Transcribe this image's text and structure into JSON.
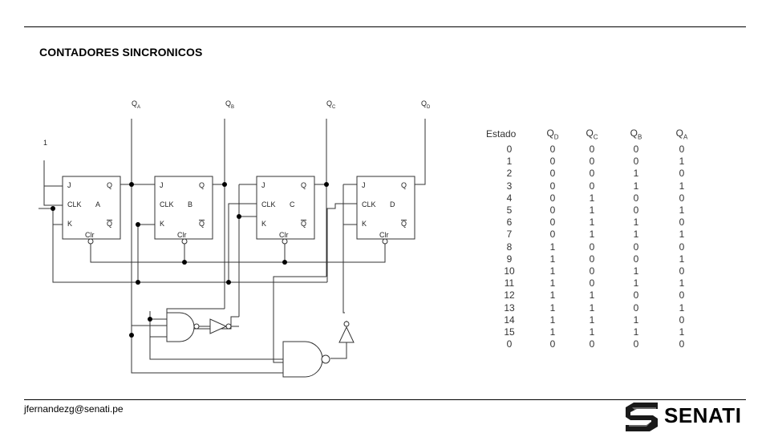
{
  "slide": {
    "title": "CONTADORES SINCRONICOS",
    "footer_email": "jfernandezg@senati.pe",
    "logo_text": "SENATI"
  },
  "circuit": {
    "input_label": "1",
    "outputs": [
      {
        "letter": "Q",
        "sub": "A"
      },
      {
        "letter": "Q",
        "sub": "B"
      },
      {
        "letter": "Q",
        "sub": "C"
      },
      {
        "letter": "Q",
        "sub": "D"
      }
    ],
    "flipflops": [
      {
        "j": "J",
        "q": "Q",
        "clk": "CLK",
        "name": "A",
        "k": "K",
        "qbar": "Q",
        "clr": "Clr"
      },
      {
        "j": "J",
        "q": "Q",
        "clk": "CLK",
        "name": "B",
        "k": "K",
        "qbar": "Q",
        "clr": "Clr"
      },
      {
        "j": "J",
        "q": "Q",
        "clk": "CLK",
        "name": "C",
        "k": "K",
        "qbar": "Q",
        "clr": "Clr"
      },
      {
        "j": "J",
        "q": "Q",
        "clk": "CLK",
        "name": "D",
        "k": "K",
        "qbar": "Q",
        "clr": "Clr"
      }
    ]
  },
  "truth_table": {
    "headers": [
      {
        "letter": "Estado",
        "sub": ""
      },
      {
        "letter": "Q",
        "sub": "D"
      },
      {
        "letter": "Q",
        "sub": "C"
      },
      {
        "letter": "Q",
        "sub": "B"
      },
      {
        "letter": "Q",
        "sub": "A"
      }
    ],
    "rows": [
      [
        "0",
        "0",
        "0",
        "0",
        "0"
      ],
      [
        "1",
        "0",
        "0",
        "0",
        "1"
      ],
      [
        "2",
        "0",
        "0",
        "1",
        "0"
      ],
      [
        "3",
        "0",
        "0",
        "1",
        "1"
      ],
      [
        "4",
        "0",
        "1",
        "0",
        "0"
      ],
      [
        "5",
        "0",
        "1",
        "0",
        "1"
      ],
      [
        "6",
        "0",
        "1",
        "1",
        "0"
      ],
      [
        "7",
        "0",
        "1",
        "1",
        "1"
      ],
      [
        "8",
        "1",
        "0",
        "0",
        "0"
      ],
      [
        "9",
        "1",
        "0",
        "0",
        "1"
      ],
      [
        "10",
        "1",
        "0",
        "1",
        "0"
      ],
      [
        "11",
        "1",
        "0",
        "1",
        "1"
      ],
      [
        "12",
        "1",
        "1",
        "0",
        "0"
      ],
      [
        "13",
        "1",
        "1",
        "0",
        "1"
      ],
      [
        "14",
        "1",
        "1",
        "1",
        "0"
      ],
      [
        "15",
        "1",
        "1",
        "1",
        "1"
      ],
      [
        "0",
        "0",
        "0",
        "0",
        "0"
      ]
    ]
  },
  "colors": {
    "logo": "#1a1a1a"
  }
}
